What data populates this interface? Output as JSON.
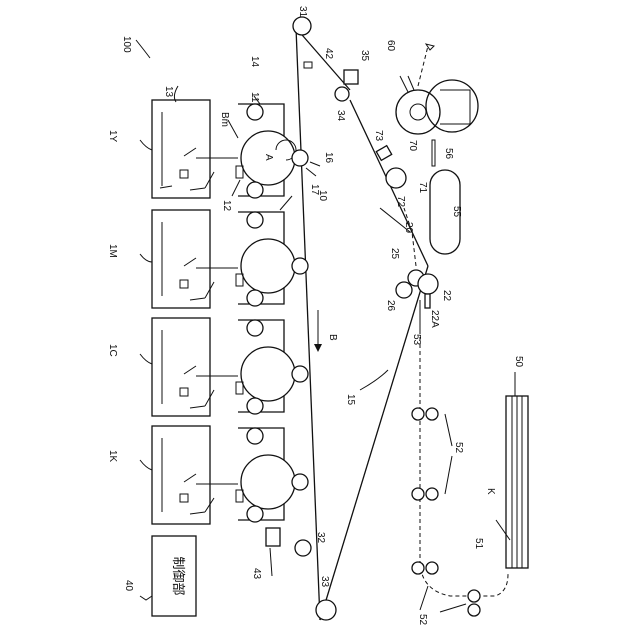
{
  "labels": {
    "device": "100",
    "exposure_unit": "13",
    "photoconductor": "11",
    "beam": "Bm",
    "drum_rotation": "A",
    "charging_roller": "12",
    "charging_roller_b": "14",
    "primary_transfer_roller": "16",
    "cleaner": "17",
    "belt_unit": "10",
    "roller_31": "31",
    "sensor_42": "42",
    "sensor_35": "35",
    "roller_34": "34",
    "fixing_unit": "60",
    "label_73": "73",
    "label_70": "70",
    "label_71": "71",
    "label_72": "72",
    "label_56": "56",
    "label_55": "55",
    "label_20": "20",
    "label_25": "25",
    "label_26": "26",
    "label_22": "22",
    "label_22A": "22A",
    "label_53": "53",
    "belt_direction": "B",
    "belt_15": "15",
    "label_32": "32",
    "label_43": "43",
    "label_33": "33",
    "controller_ref": "40",
    "controller_text": "制御部",
    "rollers_52_upper": "52",
    "rollers_52_lower": "52",
    "label_51": "51",
    "sheet_ref": "K",
    "tray_ref": "50",
    "station_Y": "1Y",
    "station_M": "1M",
    "station_C": "1C",
    "station_K": "1K"
  }
}
